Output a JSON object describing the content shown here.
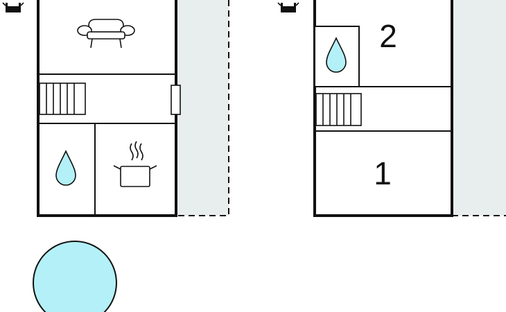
{
  "floors": [
    {
      "rooms": [
        {
          "icon": "sofa-icon"
        },
        {
          "icon": "stairs-icon"
        },
        {
          "icon": "water-drop-icon"
        },
        {
          "icon": "cooking-pot-icon"
        }
      ]
    },
    {
      "rooms": [
        {
          "label": "2",
          "icon": "bedroom"
        },
        {
          "icon": "water-drop-icon"
        },
        {
          "icon": "stairs-icon"
        },
        {
          "label": "1",
          "icon": "bedroom"
        }
      ]
    }
  ],
  "pool": {
    "icon": "pool-icon"
  },
  "colors": {
    "water": "#b3f0f7",
    "terrace": "#e8eded",
    "wall": "#111111"
  }
}
